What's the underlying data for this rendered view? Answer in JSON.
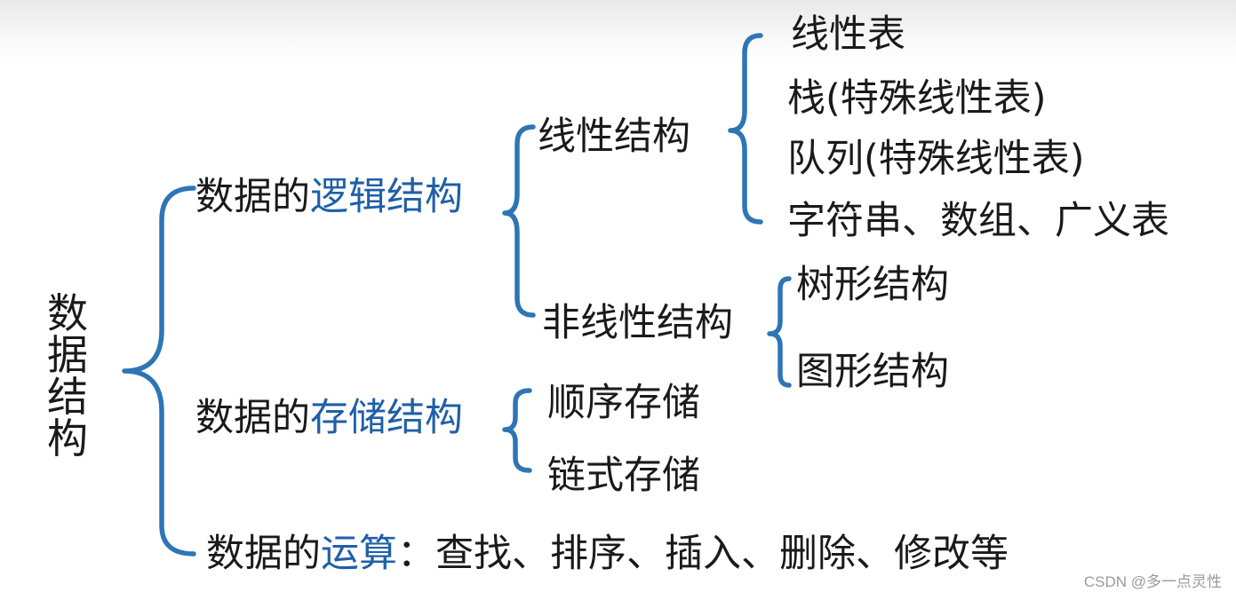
{
  "root": {
    "label": "数据结构"
  },
  "logical": {
    "prefix": "数据的",
    "highlight": "逻辑结构",
    "linear": {
      "label": "线性结构",
      "items": [
        "线性表",
        "栈(特殊线性表)",
        "队列(特殊线性表)",
        "字符串、数组、广义表"
      ]
    },
    "nonlinear": {
      "label": "非线性结构",
      "items": [
        "树形结构",
        "图形结构"
      ]
    }
  },
  "storage": {
    "prefix": "数据的",
    "highlight": "存储结构",
    "items": [
      "顺序存储",
      "链式存储"
    ]
  },
  "operations": {
    "prefix": "数据的",
    "highlight": "运算",
    "suffix": "：查找、排序、插入、删除、修改等"
  },
  "watermark": "CSDN @多一点灵性",
  "colors": {
    "brace": "#2e75b6",
    "highlight": "#1f5fa8",
    "text": "#1a1a1a"
  }
}
